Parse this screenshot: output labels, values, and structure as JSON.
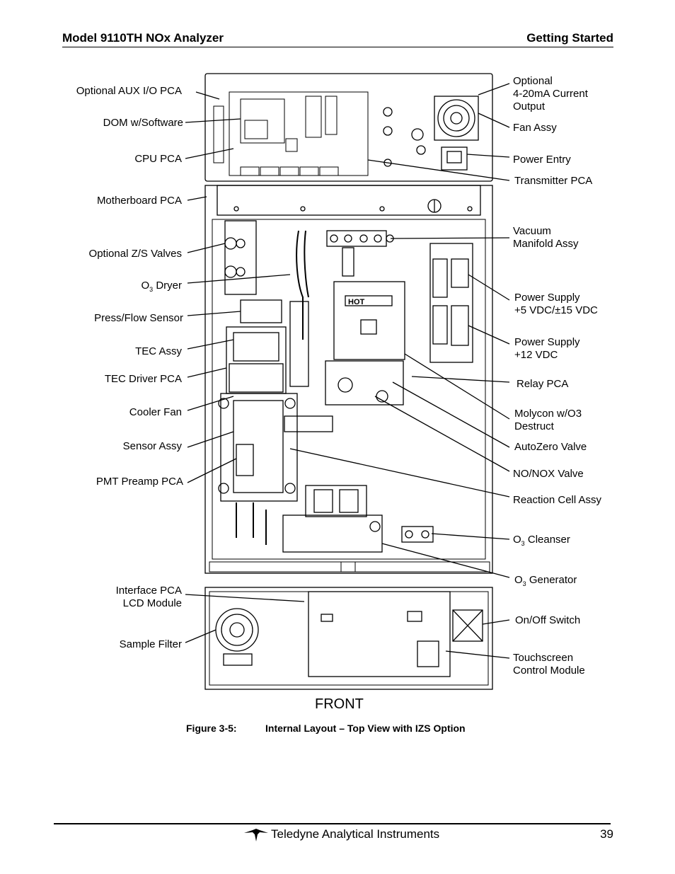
{
  "header": {
    "left": "Model 9110TH NOx Analyzer",
    "right": "Getting Started"
  },
  "figure": {
    "front_label": "FRONT",
    "caption_number": "Figure 3-5:",
    "caption_text": "Internal Layout – Top View with IZS Option",
    "left_labels": [
      {
        "id": "aux-io",
        "text": "Optional AUX I/O PCA"
      },
      {
        "id": "dom",
        "text": "DOM w/Software"
      },
      {
        "id": "cpu",
        "text": "CPU PCA"
      },
      {
        "id": "motherboard",
        "text": "Motherboard PCA"
      },
      {
        "id": "zs-valves",
        "text": "Optional Z/S Valves"
      },
      {
        "id": "o3-dryer",
        "text": "O",
        "sub": "3",
        "suffix": " Dryer"
      },
      {
        "id": "press-flow",
        "text": "Press/Flow Sensor"
      },
      {
        "id": "tec-assy",
        "text": "TEC Assy"
      },
      {
        "id": "tec-driver",
        "text": "TEC Driver PCA"
      },
      {
        "id": "cooler-fan",
        "text": "Cooler Fan"
      },
      {
        "id": "sensor-assy",
        "text": "Sensor Assy"
      },
      {
        "id": "pmt-preamp",
        "text": "PMT Preamp PCA"
      },
      {
        "id": "interface-pca",
        "text": "Interface PCA"
      },
      {
        "id": "lcd-module",
        "text": "LCD Module"
      },
      {
        "id": "sample-filter",
        "text": "Sample Filter"
      }
    ],
    "right_labels": [
      {
        "id": "opt-1",
        "text": "Optional"
      },
      {
        "id": "opt-2",
        "text": "4-20mA Current"
      },
      {
        "id": "opt-3",
        "text": "Output"
      },
      {
        "id": "fan-assy",
        "text": "Fan Assy"
      },
      {
        "id": "power-entry",
        "text": "Power Entry"
      },
      {
        "id": "transmitter",
        "text": "Transmitter PCA"
      },
      {
        "id": "vacuum-1",
        "text": "Vacuum"
      },
      {
        "id": "vacuum-2",
        "text": "Manifold Assy"
      },
      {
        "id": "ps1-1",
        "text": "Power Supply"
      },
      {
        "id": "ps1-2",
        "text": "+5 VDC/±15 VDC"
      },
      {
        "id": "ps2-1",
        "text": "Power Supply"
      },
      {
        "id": "ps2-2",
        "text": "+12 VDC"
      },
      {
        "id": "relay",
        "text": "Relay PCA"
      },
      {
        "id": "molycon-1",
        "text": "Molycon w/O3"
      },
      {
        "id": "molycon-2",
        "text": "Destruct"
      },
      {
        "id": "autozero",
        "text": "AutoZero Valve"
      },
      {
        "id": "no-nox",
        "text": "NO/NOX Valve"
      },
      {
        "id": "reaction-cell",
        "text": "Reaction Cell Assy"
      },
      {
        "id": "o3-cleanser",
        "text": "O",
        "sub": "3",
        "suffix": " Cleanser"
      },
      {
        "id": "o3-generator",
        "text": "O",
        "sub": "3",
        "suffix": " Generator"
      },
      {
        "id": "onoff",
        "text": "On/Off Switch"
      },
      {
        "id": "touch-1",
        "text": "Touchscreen"
      },
      {
        "id": "touch-2",
        "text": "Control Module"
      }
    ],
    "hot_label": "HOT"
  },
  "footer": {
    "company": "Teledyne Analytical Instruments",
    "page": "39"
  }
}
